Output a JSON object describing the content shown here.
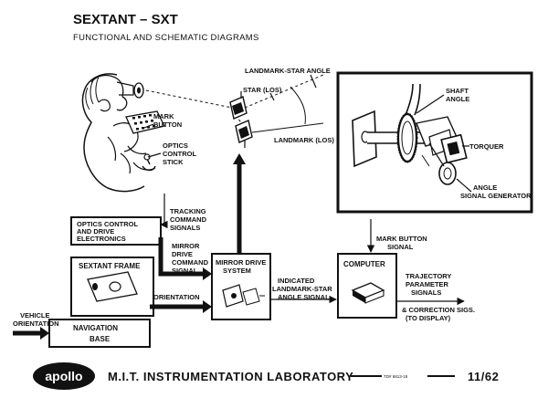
{
  "header": {
    "title": "SEXTANT – SXT",
    "subtitle": "FUNCTIONAL AND SCHEMATIC DIAGRAMS"
  },
  "labels": {
    "landmark_star_angle": "LANDMARK-STAR ANGLE",
    "star_los": "STAR (LOS)",
    "landmark_los": "LANDMARK (LOS)",
    "shaft_angle_1": "SHAFT",
    "shaft_angle_2": "ANGLE",
    "torquer": "TORQUER",
    "angle_sig_1": "ANGLE",
    "angle_sig_2": "SIGNAL GENERATOR",
    "mark_button_1": "MARK",
    "mark_button_2": "BUTTON",
    "optics_stick_1": "OPTICS",
    "optics_stick_2": "CONTROL",
    "optics_stick_3": "STICK",
    "tracking_1": "TRACKING",
    "tracking_2": "COMMAND",
    "tracking_3": "SIGNALS",
    "mirror_cmd_1": "MIRROR",
    "mirror_cmd_2": "DRIVE",
    "mirror_cmd_3": "COMMAND",
    "mirror_cmd_4": "SIGNAL",
    "orientation": "ORIENTATION",
    "vehicle_1": "VEHICLE",
    "vehicle_2": "ORIENTATION",
    "indicated_1": "INDICATED",
    "indicated_2": "LANDMARK-STAR",
    "indicated_3": "ANGLE SIGNAL",
    "mark_signal_1": "MARK BUTTON",
    "mark_signal_2": "SIGNAL",
    "trajectory_1": "TRAJECTORY",
    "trajectory_2": "PARAMETER",
    "trajectory_3": "SIGNALS",
    "correction_1": "& CORRECTION SIGS.",
    "correction_2": "(TO DISPLAY)"
  },
  "boxes": {
    "optics_control_1": "OPTICS CONTROL",
    "optics_control_2": "AND DRIVE",
    "optics_control_3": "ELECTRONICS",
    "sextant_frame": "SEXTANT FRAME",
    "navigation_1": "NAVIGATION",
    "navigation_2": "BASE",
    "mirror_drive_1": "MIRROR DRIVE",
    "mirror_drive_2": "SYSTEM",
    "computer": "COMPUTER"
  },
  "footer": {
    "logo": "apollo",
    "lab": "M.I.T. INSTRUMENTATION LABORATORY",
    "ref": "TD# 6813-18",
    "date": "11/62"
  }
}
